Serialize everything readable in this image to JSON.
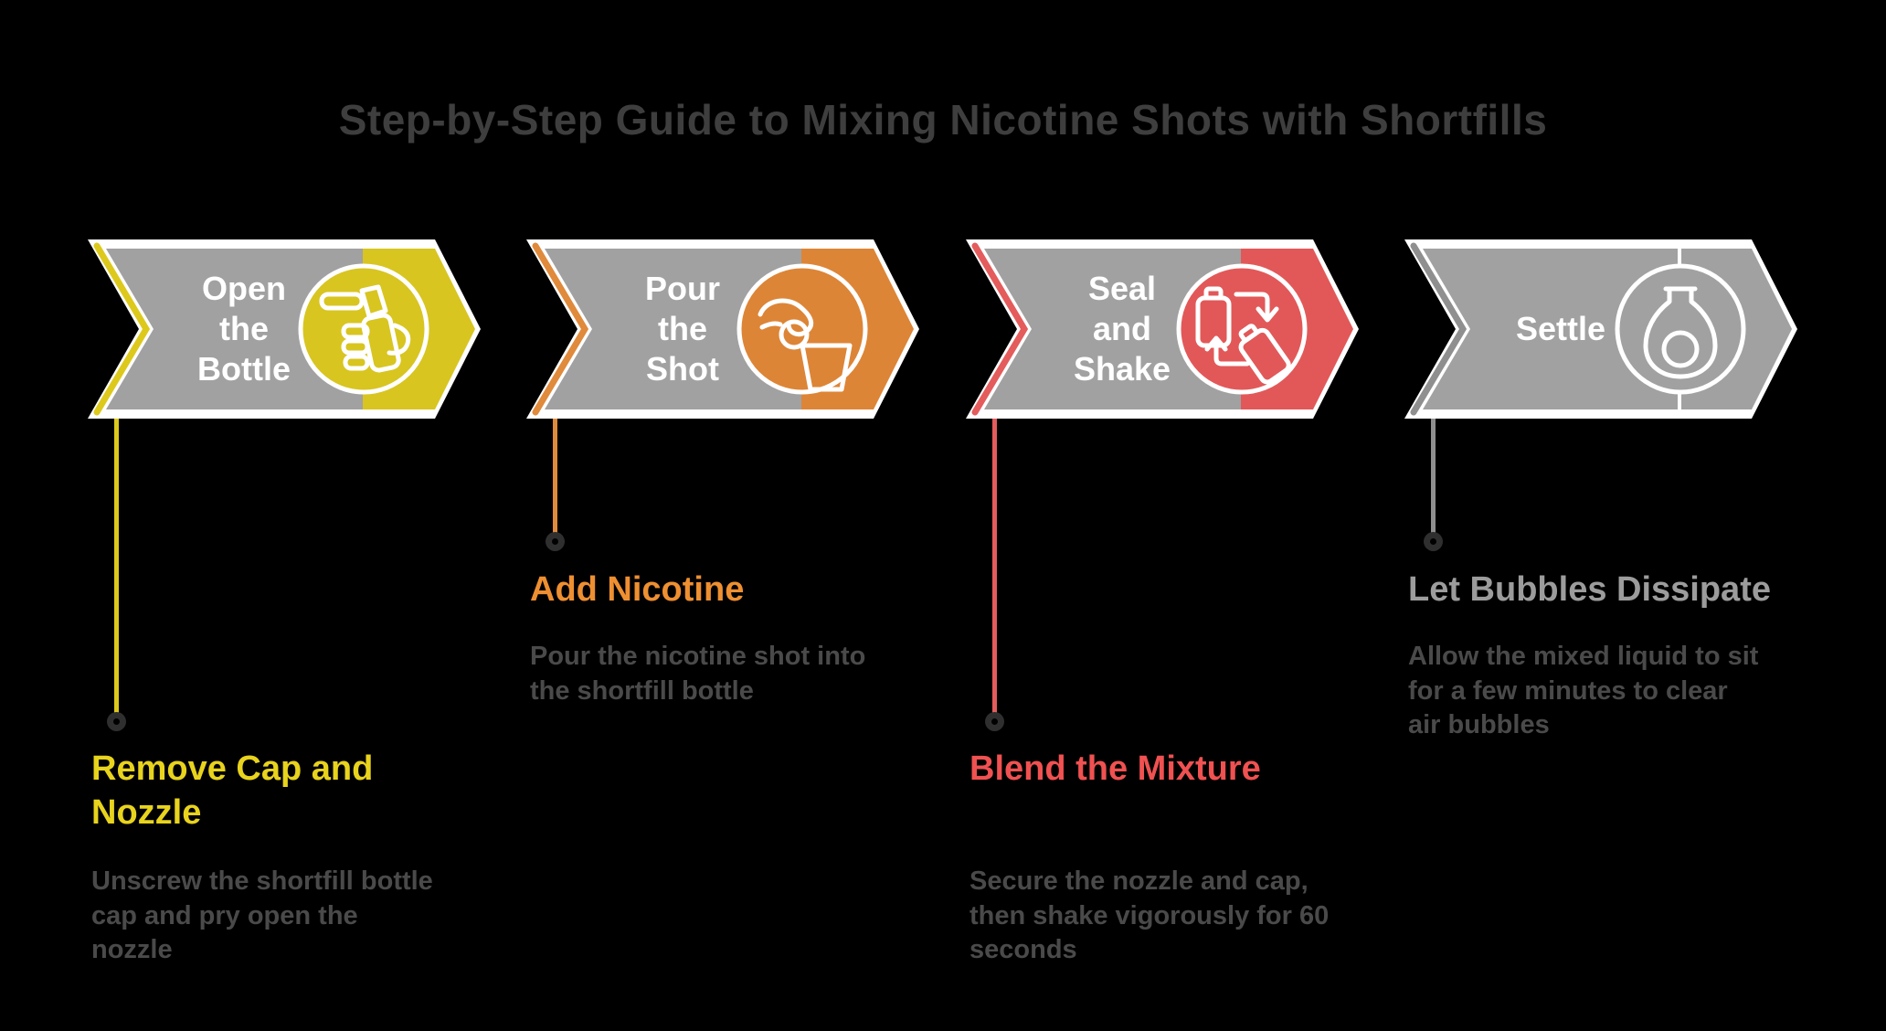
{
  "page": {
    "background_color": "#000000"
  },
  "title": {
    "text": "Step-by-Step Guide to Mixing Nicotine Shots with Shortfills",
    "color": "#3e3e3e"
  },
  "arrow": {
    "body_color": "#a1a1a1",
    "outline_color": "#ffffff"
  },
  "body_text_color": "#4a4a4a",
  "dot_color": "#2f2f2f",
  "steps": [
    {
      "label": "Open\nthe\nBottle",
      "accent_color": "#d8c520",
      "line_color": "#ddc91c",
      "heading": "Remove Cap and\nNozzle",
      "heading_color": "#e8d31d",
      "body": "Unscrew the shortfill bottle\ncap and pry open the\nnozzle",
      "icon": "bottle-opener-hand-icon",
      "connector": "long"
    },
    {
      "label": "Pour\nthe\nShot",
      "accent_color": "#dd8536",
      "line_color": "#e08a3c",
      "heading": "Add Nicotine",
      "heading_color": "#ee8f31",
      "body": "Pour the nicotine shot into\nthe shortfill bottle",
      "icon": "pour-shot-hand-cup-icon",
      "connector": "short"
    },
    {
      "label": "Seal\nand\nShake",
      "accent_color": "#e25858",
      "line_color": "#e45c5c",
      "heading": "Blend the Mixture",
      "heading_color": "#f05151",
      "body": "Secure the nozzle and cap,\nthen shake vigorously for 60\nseconds",
      "icon": "shake-cycle-bottles-icon",
      "connector": "long"
    },
    {
      "label": "Settle",
      "accent_color": "#a1a1a1",
      "line_color": "#8f8f8f",
      "heading": "Let Bubbles Dissipate",
      "heading_color": "#9c9c9c",
      "body": "Allow the mixed liquid to sit\nfor a few minutes to clear\nair bubbles",
      "icon": "settle-bottle-icon",
      "connector": "short"
    }
  ]
}
